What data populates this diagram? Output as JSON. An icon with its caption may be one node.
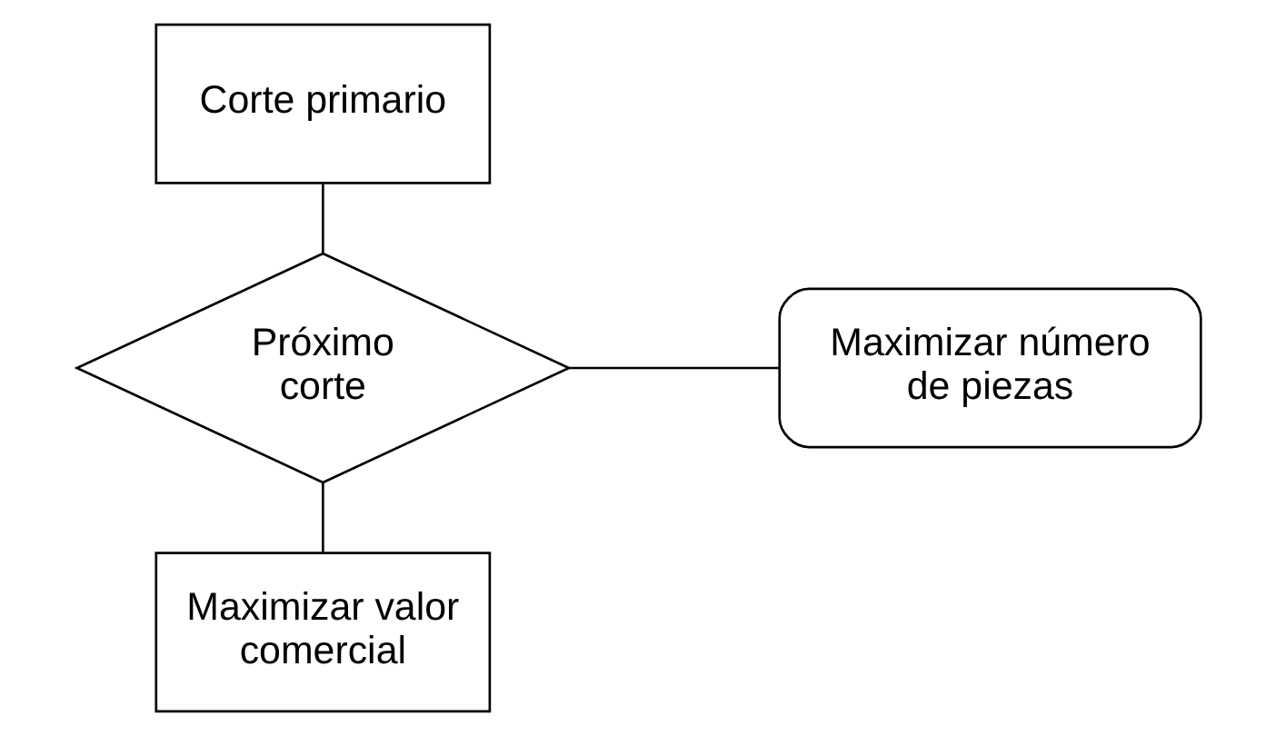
{
  "diagram": {
    "nodes": [
      {
        "text": [
          "Corte primario"
        ]
      },
      {
        "text": [
          "Próximo corte"
        ]
      },
      {
        "text": [
          "Maximizar número de piezas"
        ]
      },
      {
        "text": [
          "Maximizar valor comercial"
        ]
      }
    ],
    "edges": [
      {
        "from": 0,
        "to": 1,
        "arrow": "none"
      },
      {
        "from": 1,
        "to": 2,
        "arrow": "none"
      },
      {
        "from": 1,
        "to": 3,
        "arrow": "none"
      }
    ]
  }
}
